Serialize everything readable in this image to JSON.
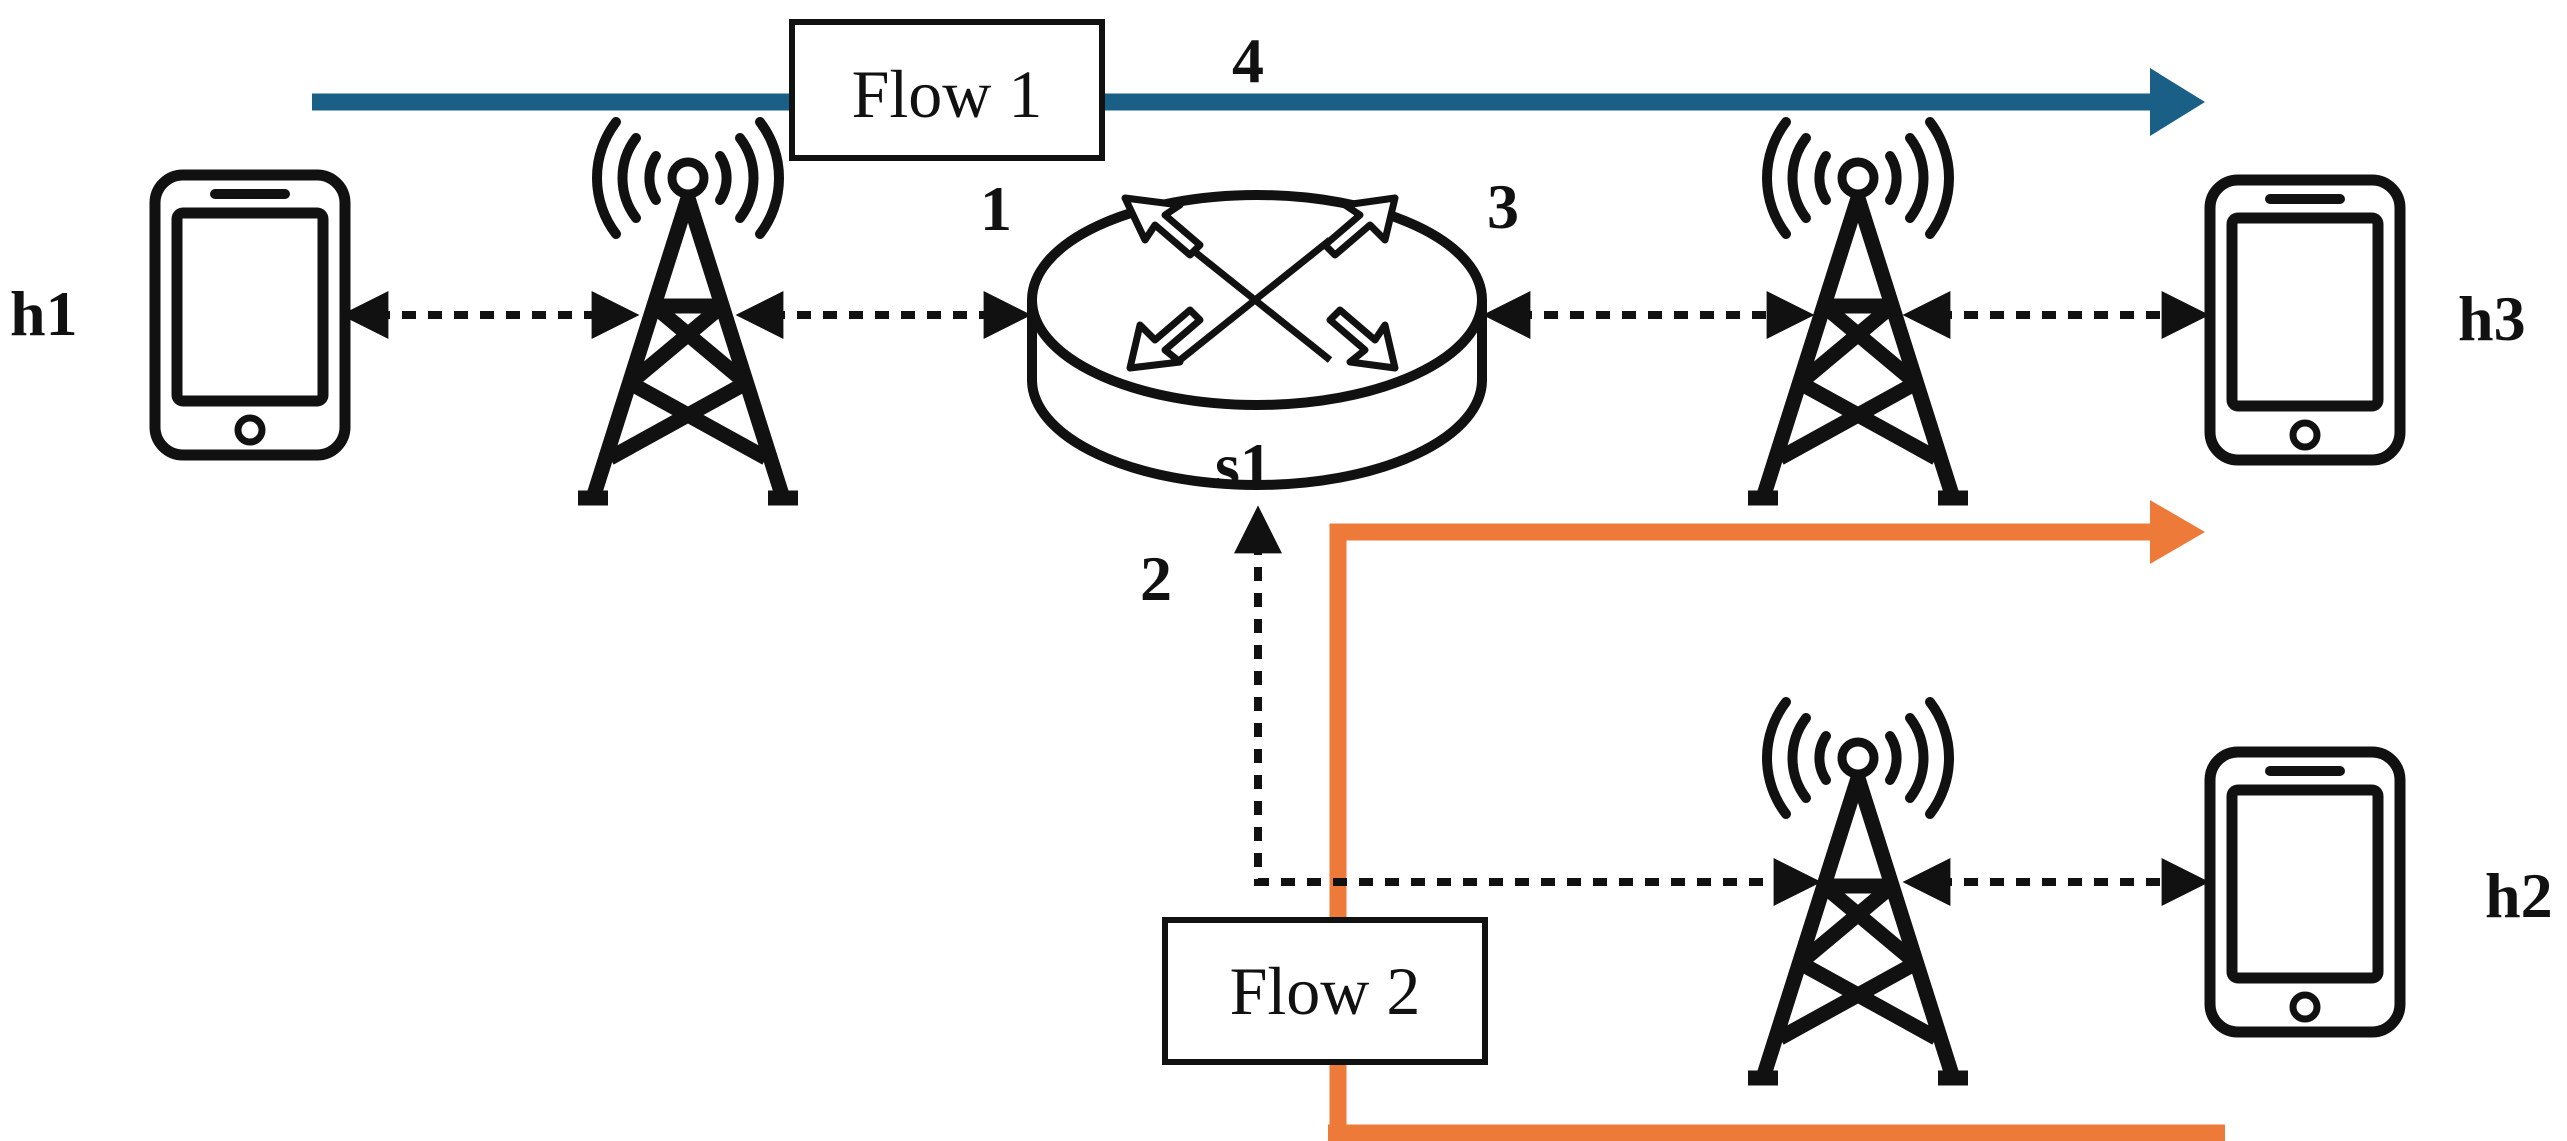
{
  "nodes": {
    "h1": "h1",
    "h2": "h2",
    "h3": "h3",
    "switch": "s1"
  },
  "ports": {
    "p1": "1",
    "p2": "2",
    "p3": "3",
    "p4": "4"
  },
  "flows": {
    "flow1": {
      "label": "Flow 1",
      "color": "#1a5f86"
    },
    "flow2": {
      "label": "Flow 2",
      "color": "#ee7a3a"
    }
  }
}
